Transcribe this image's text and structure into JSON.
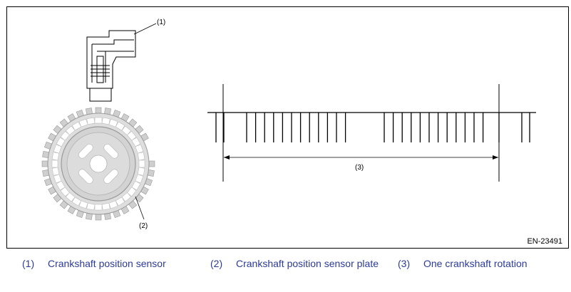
{
  "figure": {
    "callouts": {
      "sensor": "(1)",
      "plate": "(2)",
      "rotation": "(3)"
    },
    "image_code": "EN-23491"
  },
  "legend": [
    {
      "number": "(1)",
      "text": "Crankshaft position sensor"
    },
    {
      "number": "(2)",
      "text": "Crankshaft position sensor plate"
    },
    {
      "number": "(3)",
      "text": "One crankshaft rotation"
    }
  ],
  "colors": {
    "legend_text": "#2b3a9b",
    "plate_fill": "#d9d9d9",
    "line": "#000000"
  }
}
